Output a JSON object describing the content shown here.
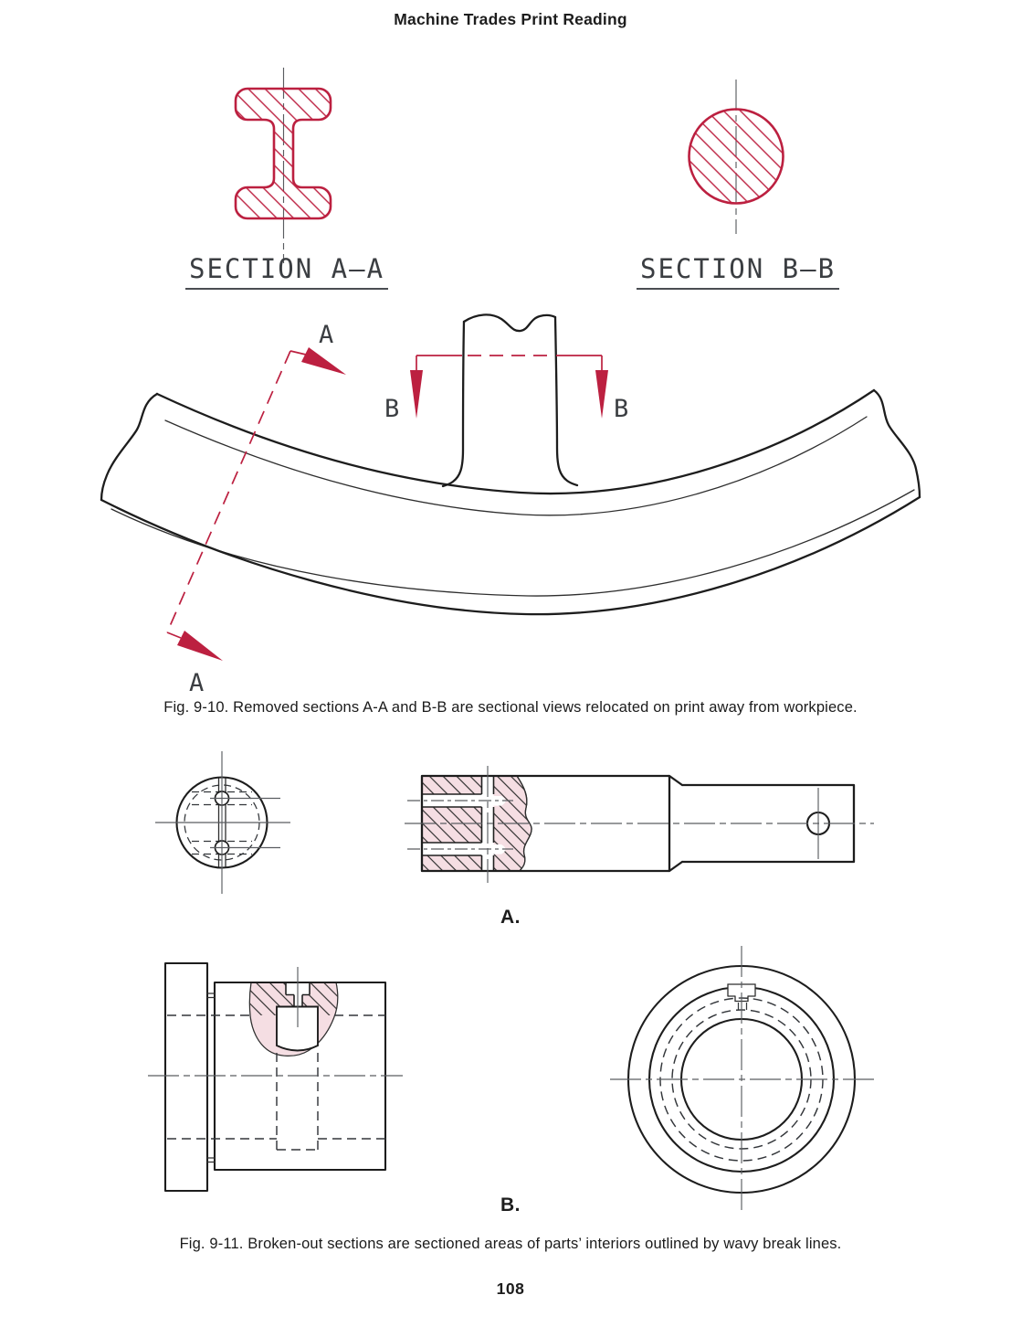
{
  "page": {
    "header": "Machine Trades Print Reading",
    "page_number": "108"
  },
  "fig_9_10": {
    "section_a_title": "SECTION A–A",
    "section_b_title": "SECTION B–B",
    "label_a_top": "A",
    "label_a_bottom": "A",
    "label_b_left": "B",
    "label_b_right": "B",
    "caption": "Fig. 9-10. Removed sections A-A and B-B are sectional views relocated on print away from workpiece."
  },
  "fig_9_11": {
    "label_part_a": "A.",
    "label_part_b": "B.",
    "caption": "Fig. 9-11. Broken-out sections are sectioned areas of parts’ interiors outlined by wavy break lines."
  },
  "colors": {
    "section_red": "#bc2040",
    "broken_out_pink": "#f5dee3",
    "ink": "#1d1d1d"
  }
}
